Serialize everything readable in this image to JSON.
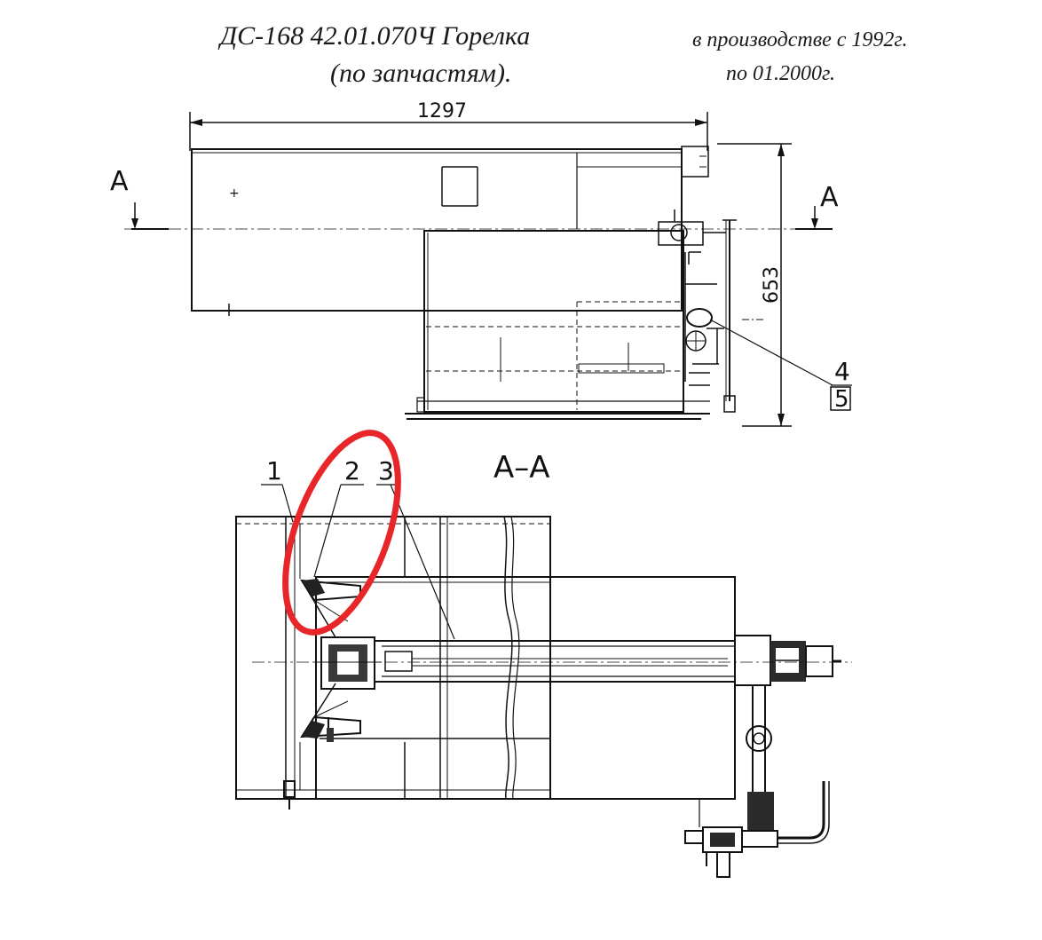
{
  "header": {
    "title_line1": "ДС-168 42.01.070Ч Горелка",
    "title_line2": "(по запчастям).",
    "period_line1": "в производстве с 1992г.",
    "period_line2": "по 01.2000г."
  },
  "drawing": {
    "dimension_length": "1297",
    "dimension_height": "653",
    "section_mark_left": "A",
    "section_mark_right": "A",
    "section_title": "A–A",
    "callouts": [
      "1",
      "2",
      "3",
      "4",
      "5"
    ]
  },
  "highlight": {
    "color": "#e8262a",
    "target_callout": "2"
  }
}
